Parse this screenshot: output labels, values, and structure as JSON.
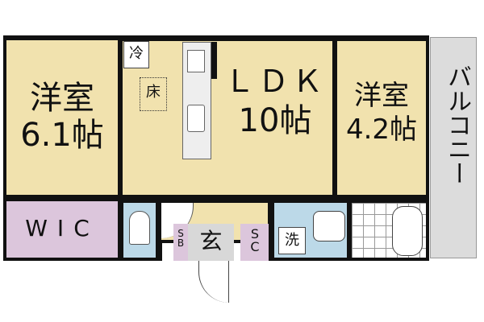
{
  "rooms": {
    "western_a": {
      "name": "洋室",
      "size": "6.1帖"
    },
    "wic": {
      "name": "WIC"
    },
    "ldk": {
      "name": "ＬＤＫ",
      "size": "10帖"
    },
    "western_b": {
      "name": "洋室",
      "size": "4.2帖"
    },
    "balcony": {
      "name": "バルコニー"
    },
    "entrance": {
      "name": "玄"
    },
    "shoe_box": {
      "name": "SB"
    },
    "storage": {
      "name": "SC"
    },
    "washer": {
      "name": "洗"
    },
    "fridge": {
      "name": "冷"
    },
    "floor_heating": {
      "name": "床"
    }
  },
  "colors": {
    "room": "#f1e2ae",
    "storage": "#dcc6dc",
    "wet": "#bcd9e8",
    "balcony": "#d8d8d8"
  }
}
